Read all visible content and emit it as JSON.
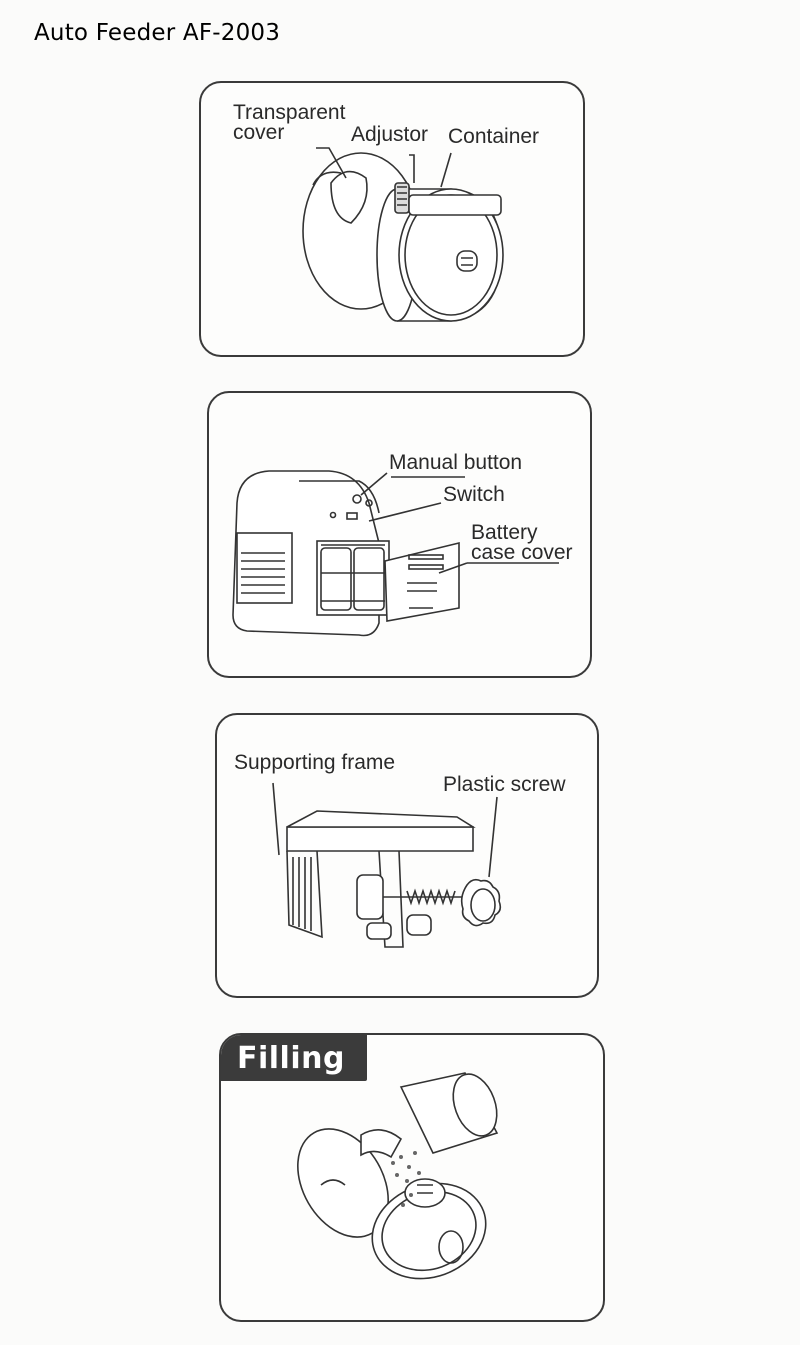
{
  "page": {
    "title": "Auto Feeder AF-2003"
  },
  "panels": {
    "overview": {
      "labels": {
        "transparent_cover": "Transparent\ncover",
        "adjustor": "Adjustor",
        "container": "Container"
      }
    },
    "battery": {
      "labels": {
        "manual_button": "Manual button",
        "switch": "Switch",
        "battery_cover": "Battery\ncase cover"
      }
    },
    "frame": {
      "labels": {
        "supporting_frame": "Supporting frame",
        "plastic_screw": "Plastic screw"
      }
    },
    "filling": {
      "tab_label": "Filling"
    }
  }
}
